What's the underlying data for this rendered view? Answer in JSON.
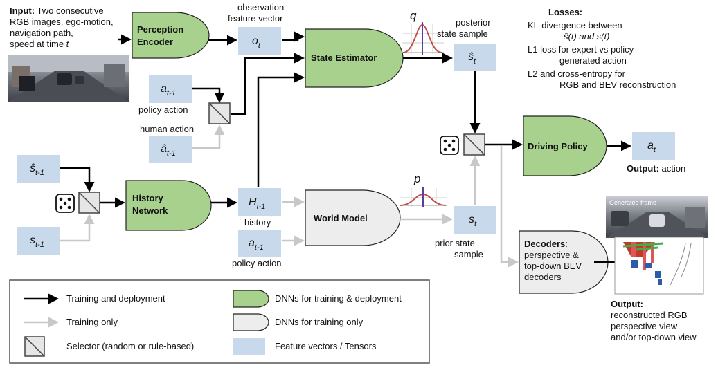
{
  "input": {
    "bold": "Input:",
    "lines": [
      "Two consecutive",
      "RGB images, ego-motion,",
      "navigation path,",
      "speed at time "
    ],
    "time_var": "t"
  },
  "nodes": {
    "perception_encoder": [
      "Perception",
      "Encoder"
    ],
    "state_estimator": "State Estimator",
    "history_network": [
      "History",
      "Network"
    ],
    "world_model": "World Model",
    "driving_policy": "Driving Policy",
    "decoders_bold": "Decoders",
    "decoders_colon": ":",
    "decoders_lines": [
      "perspective &",
      "top-down BEV",
      "decoders"
    ]
  },
  "tensors": {
    "o_t": {
      "base": "o",
      "sub": "t"
    },
    "a_prev_top": {
      "base": "a",
      "sub": "t-1"
    },
    "a_hat_prev": {
      "base": "â",
      "sub": "t-1"
    },
    "s_hat_prev": {
      "base": "ŝ",
      "sub": "t-1"
    },
    "s_prev": {
      "base": "s",
      "sub": "t-1"
    },
    "H_prev": {
      "base": "H",
      "sub": "t-1"
    },
    "a_prev_bottom": {
      "base": "a",
      "sub": "t-1"
    },
    "s_hat_t": {
      "base": "ŝ",
      "sub": "t"
    },
    "s_t": {
      "base": "s",
      "sub": "t"
    },
    "a_t": {
      "base": "a",
      "sub": "t"
    }
  },
  "labels": {
    "observation": [
      "observation",
      "feature vector"
    ],
    "policy_action_top": "policy action",
    "human_action": "human action",
    "history": "history",
    "policy_action_bottom": "policy action",
    "posterior": [
      "posterior",
      "state sample"
    ],
    "prior": [
      "prior state",
      "sample"
    ],
    "q": "q",
    "p": "p",
    "output_action_bold": "Output:",
    "output_action": " action",
    "output_recon_bold": "Output:",
    "output_recon": [
      "reconstructed RGB",
      "perspective view",
      "and/or top-down view"
    ],
    "generated_frame": "Generated frame"
  },
  "losses": {
    "title": "Losses:",
    "lines": [
      "KL-divergence between",
      "ŝ(t) and s(t)",
      "L1 loss for expert vs policy",
      "generated action",
      "L2 and cross-entropy for",
      "RGB and BEV reconstruction"
    ]
  },
  "legend": {
    "training_and_deployment": "Training and deployment",
    "training_only": "Training only",
    "selector": "Selector (random or rule-based)",
    "dnn_train_deploy": "DNNs for training & deployment",
    "dnn_train_only": "DNNs for training only",
    "feature_vectors": "Feature vectors / Tensors"
  },
  "colors": {
    "green_fill": "#a9d18e",
    "gray_fill": "#ededed",
    "tensor_fill": "#c9d9ec",
    "arrow_black": "#000000",
    "arrow_gray": "#c8c8c8",
    "q_curve": "#c0504d",
    "mean_line": "#5a3fa0"
  }
}
